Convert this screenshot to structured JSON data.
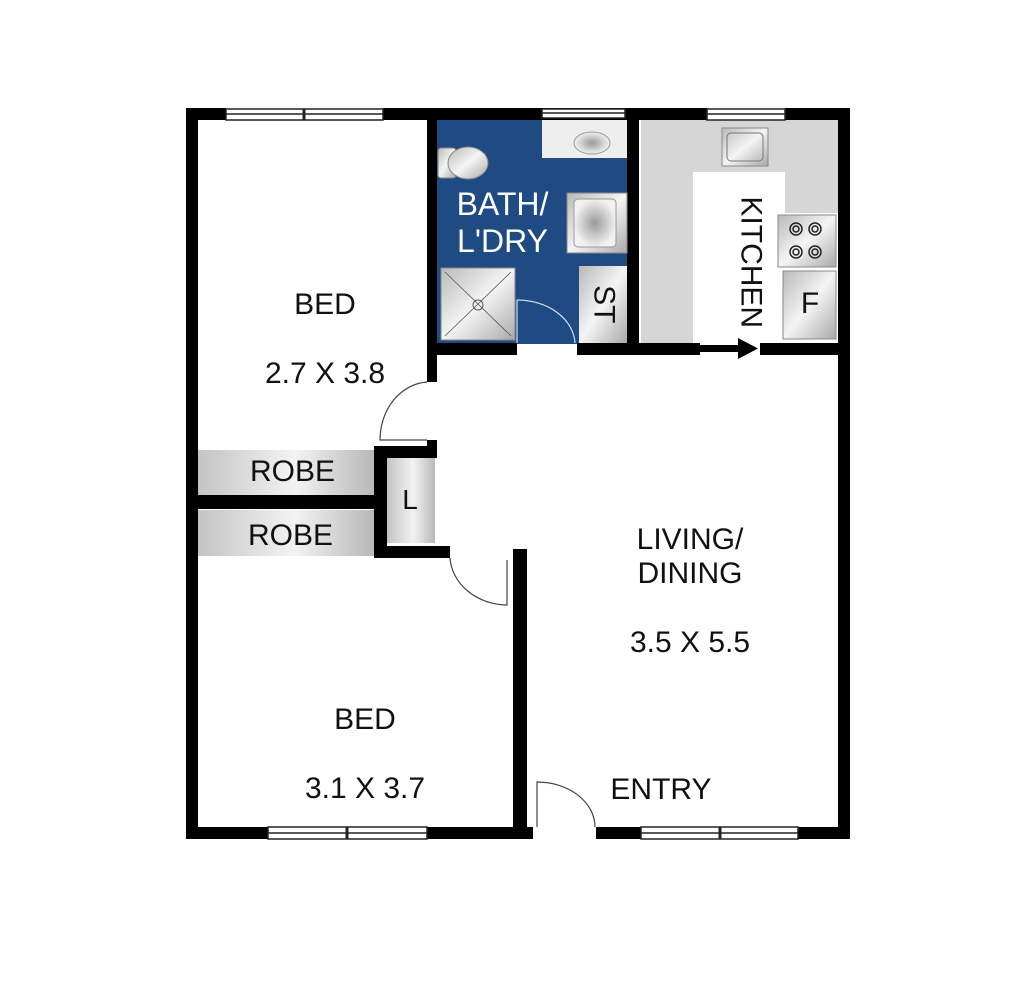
{
  "rooms": {
    "bed1": {
      "name": "BED",
      "size": "2.7 X 3.8"
    },
    "bed2": {
      "name": "BED",
      "size": "3.1 X 3.7"
    },
    "bath": {
      "name": "BATH/\nL'DRY"
    },
    "kitchen": {
      "name": "KITCHEN"
    },
    "living": {
      "name": "LIVING/\nDINING",
      "size": "3.5 X 5.5"
    },
    "entry": {
      "name": "ENTRY"
    },
    "robe1": {
      "name": "ROBE"
    },
    "robe2": {
      "name": "ROBE"
    },
    "linen": {
      "name": "L"
    },
    "store": {
      "name": "ST"
    },
    "fridge": {
      "name": "F"
    }
  },
  "colors": {
    "wall": "#000000",
    "bath_fill": "#1f4a82",
    "kitchen_fill": "#d6d6d6",
    "background": "#ffffff"
  }
}
